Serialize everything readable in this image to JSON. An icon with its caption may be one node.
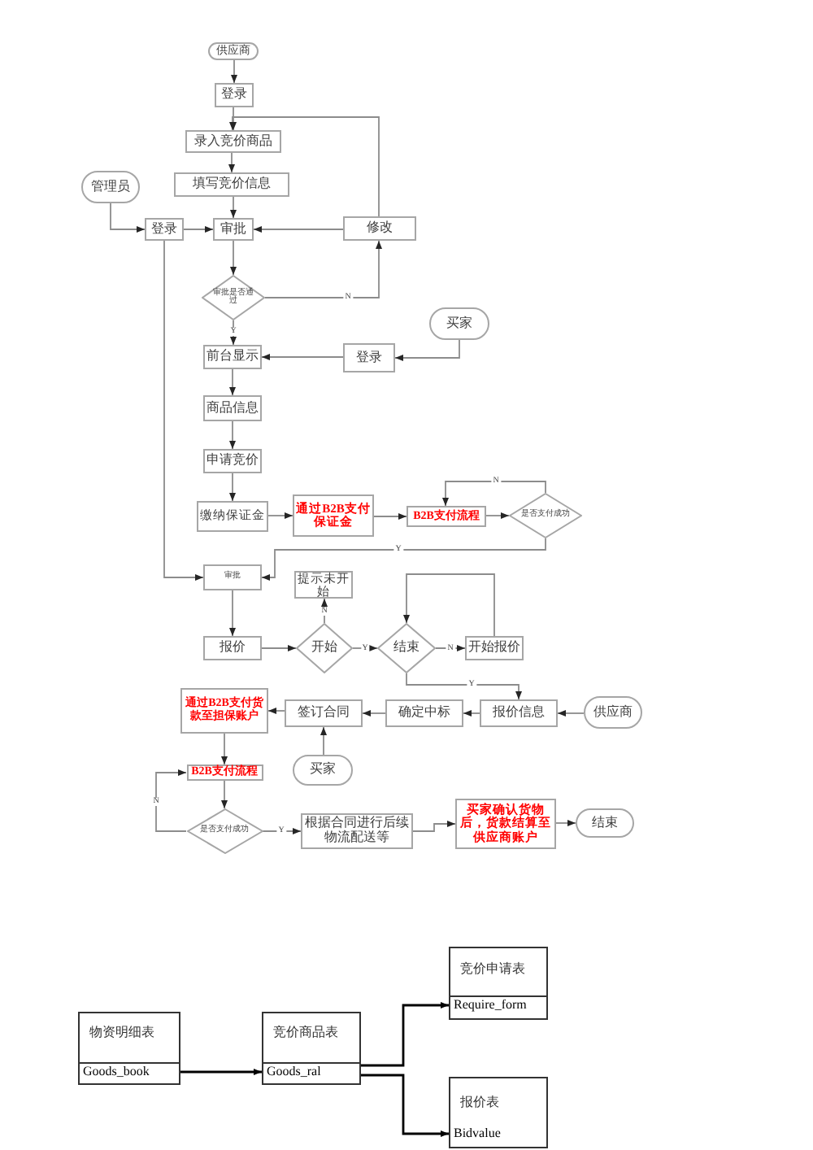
{
  "diagram": {
    "nodes": [
      {
        "text": [
          "供应商"
        ]
      },
      {
        "text": [
          "登录"
        ]
      },
      {
        "text": [
          "录入竞价商品"
        ]
      },
      {
        "text": [
          "填写竞价信息"
        ]
      },
      {
        "text": [
          "管理员"
        ]
      },
      {
        "text": [
          "登录"
        ]
      },
      {
        "text": [
          "审批"
        ]
      },
      {
        "text": [
          "修改"
        ]
      },
      {
        "text": [
          "审批是否通过"
        ]
      },
      {
        "text": [
          "前台显示"
        ]
      },
      {
        "text": [
          "买家"
        ]
      },
      {
        "text": [
          "登录"
        ]
      },
      {
        "text": [
          "商品信息"
        ]
      },
      {
        "text": [
          "申请竞价"
        ]
      },
      {
        "text": [
          "缴纳保证金"
        ]
      },
      {
        "text": [
          "通过B2B支付保证金"
        ]
      },
      {
        "text": [
          "B2B支付流程"
        ]
      },
      {
        "text": [
          "是否支付成功"
        ]
      },
      {
        "text": [
          "审批"
        ]
      },
      {
        "text": [
          "提示未开始"
        ]
      },
      {
        "text": [
          "报价"
        ]
      },
      {
        "text": [
          "开始"
        ]
      },
      {
        "text": [
          "结束"
        ]
      },
      {
        "text": [
          "开始报价"
        ]
      },
      {
        "text": [
          "通过B2B支付货款至担保账户"
        ]
      },
      {
        "text": [
          "报价信息"
        ]
      },
      {
        "text": [
          "供应商"
        ]
      },
      {
        "text": [
          "确定中标"
        ]
      },
      {
        "text": [
          "签订合同"
        ]
      },
      {
        "text": [
          "买家"
        ]
      },
      {
        "text": [
          "B2B支付流程"
        ]
      },
      {
        "text": [
          "是否支付成功"
        ]
      },
      {
        "text": [
          "根据合同进行后续物流配送等"
        ]
      },
      {
        "text": [
          "买家确认货物后，货款结算至供应商账户"
        ]
      },
      {
        "text": [
          "结束"
        ]
      },
      {
        "text": [
          "物资明细表",
          "Goods_book"
        ]
      },
      {
        "text": [
          "竞价商品表",
          "Goods_ral"
        ]
      },
      {
        "text": [
          "竞价申请表",
          "Require_form"
        ]
      },
      {
        "text": [
          "报价表",
          "Bidvalue"
        ]
      }
    ],
    "edges": [
      {
        "from": 0,
        "to": 1,
        "arrow": "to"
      },
      {
        "from": 1,
        "to": 2,
        "arrow": "to"
      },
      {
        "from": 2,
        "to": 3,
        "arrow": "to"
      },
      {
        "from": 3,
        "to": 6,
        "arrow": "to"
      },
      {
        "from": 4,
        "to": 5,
        "arrow": "to"
      },
      {
        "from": 5,
        "to": 6,
        "arrow": "to"
      },
      {
        "from": 7,
        "to": 6,
        "arrow": "to"
      },
      {
        "from": 6,
        "to": 8,
        "arrow": "to"
      },
      {
        "from": 8,
        "to": 7,
        "arrow": "to",
        "label": "N"
      },
      {
        "from": 7,
        "to": 2,
        "arrow": "to"
      },
      {
        "from": 8,
        "to": 9,
        "arrow": "to",
        "label": "Y"
      },
      {
        "from": 10,
        "to": 11,
        "arrow": "to"
      },
      {
        "from": 11,
        "to": 9,
        "arrow": "to"
      },
      {
        "from": 9,
        "to": 12,
        "arrow": "to"
      },
      {
        "from": 12,
        "to": 13,
        "arrow": "to"
      },
      {
        "from": 13,
        "to": 14,
        "arrow": "to"
      },
      {
        "from": 14,
        "to": 15,
        "arrow": "to"
      },
      {
        "from": 15,
        "to": 16,
        "arrow": "to"
      },
      {
        "from": 16,
        "to": 17,
        "arrow": "to"
      },
      {
        "from": 17,
        "to": 16,
        "arrow": "to",
        "label": "N"
      },
      {
        "from": 17,
        "to": 18,
        "arrow": "to",
        "label": "Y"
      },
      {
        "from": 5,
        "to": 18,
        "arrow": "to"
      },
      {
        "from": 18,
        "to": 20,
        "arrow": "to"
      },
      {
        "from": 20,
        "to": 21,
        "arrow": "to"
      },
      {
        "from": 21,
        "to": 19,
        "arrow": "to",
        "label": "N"
      },
      {
        "from": 21,
        "to": 22,
        "arrow": "to",
        "label": "Y"
      },
      {
        "from": 22,
        "to": 23,
        "arrow": "to",
        "label": "N"
      },
      {
        "from": 23,
        "to": 22,
        "arrow": "to"
      },
      {
        "from": 22,
        "to": 25,
        "arrow": "to",
        "label": "Y"
      },
      {
        "from": 26,
        "to": 25,
        "arrow": "to"
      },
      {
        "from": 25,
        "to": 27,
        "arrow": "to"
      },
      {
        "from": 27,
        "to": 28,
        "arrow": "to"
      },
      {
        "from": 28,
        "to": 24,
        "arrow": "to"
      },
      {
        "from": 29,
        "to": 28,
        "arrow": "to"
      },
      {
        "from": 24,
        "to": 30,
        "arrow": "to"
      },
      {
        "from": 30,
        "to": 31,
        "arrow": "to"
      },
      {
        "from": 31,
        "to": 30,
        "arrow": "to",
        "label": "N"
      },
      {
        "from": 31,
        "to": 32,
        "arrow": "to",
        "label": "Y"
      },
      {
        "from": 32,
        "to": 33,
        "arrow": "to"
      },
      {
        "from": 33,
        "to": 34,
        "arrow": "to"
      },
      {
        "from": 35,
        "to": 36,
        "arrow": "to",
        "color": "#000000"
      },
      {
        "from": 36,
        "to": 37,
        "arrow": "to",
        "color": "#000000"
      },
      {
        "from": 36,
        "to": 38,
        "arrow": "to",
        "color": "#000000"
      }
    ]
  }
}
